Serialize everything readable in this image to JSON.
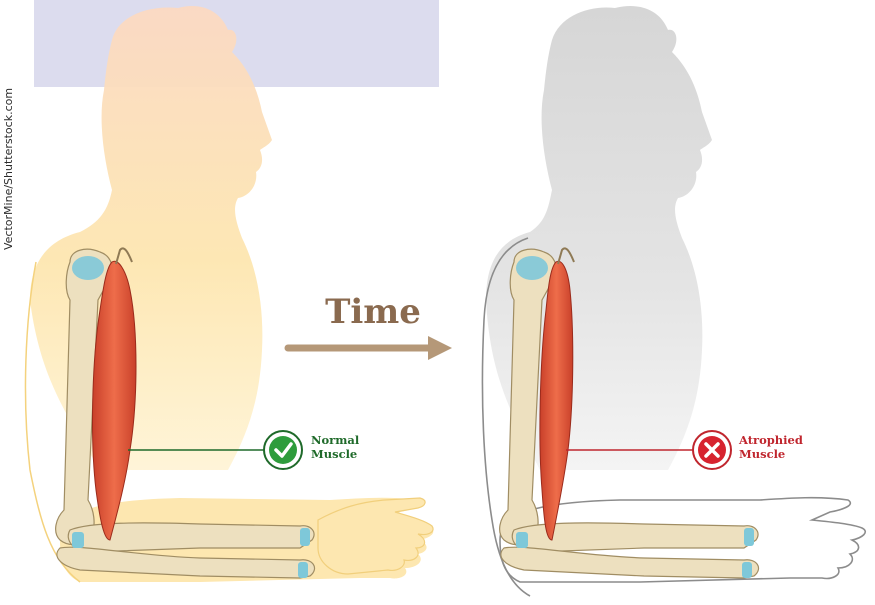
{
  "credit": "VectorMine/Shutterstock.com",
  "arrow": {
    "label": "Time"
  },
  "left_panel": {
    "label_line1": "Normal",
    "label_line2": "Muscle",
    "status_icon": "check-icon"
  },
  "right_panel": {
    "label_line1": "Atrophied",
    "label_line2": "Muscle",
    "status_icon": "cross-icon"
  },
  "colors": {
    "skin": "#fde4b4",
    "silhouette_gray": "#d9d9d9",
    "bone": "#ede0bf",
    "cartilage": "#7ec8d9",
    "muscle": "#e0583a",
    "arrow": "#b59878",
    "normal_green": "#2e9c3c",
    "atrophied_red": "#d7232f",
    "banner": "#dcdcee"
  }
}
